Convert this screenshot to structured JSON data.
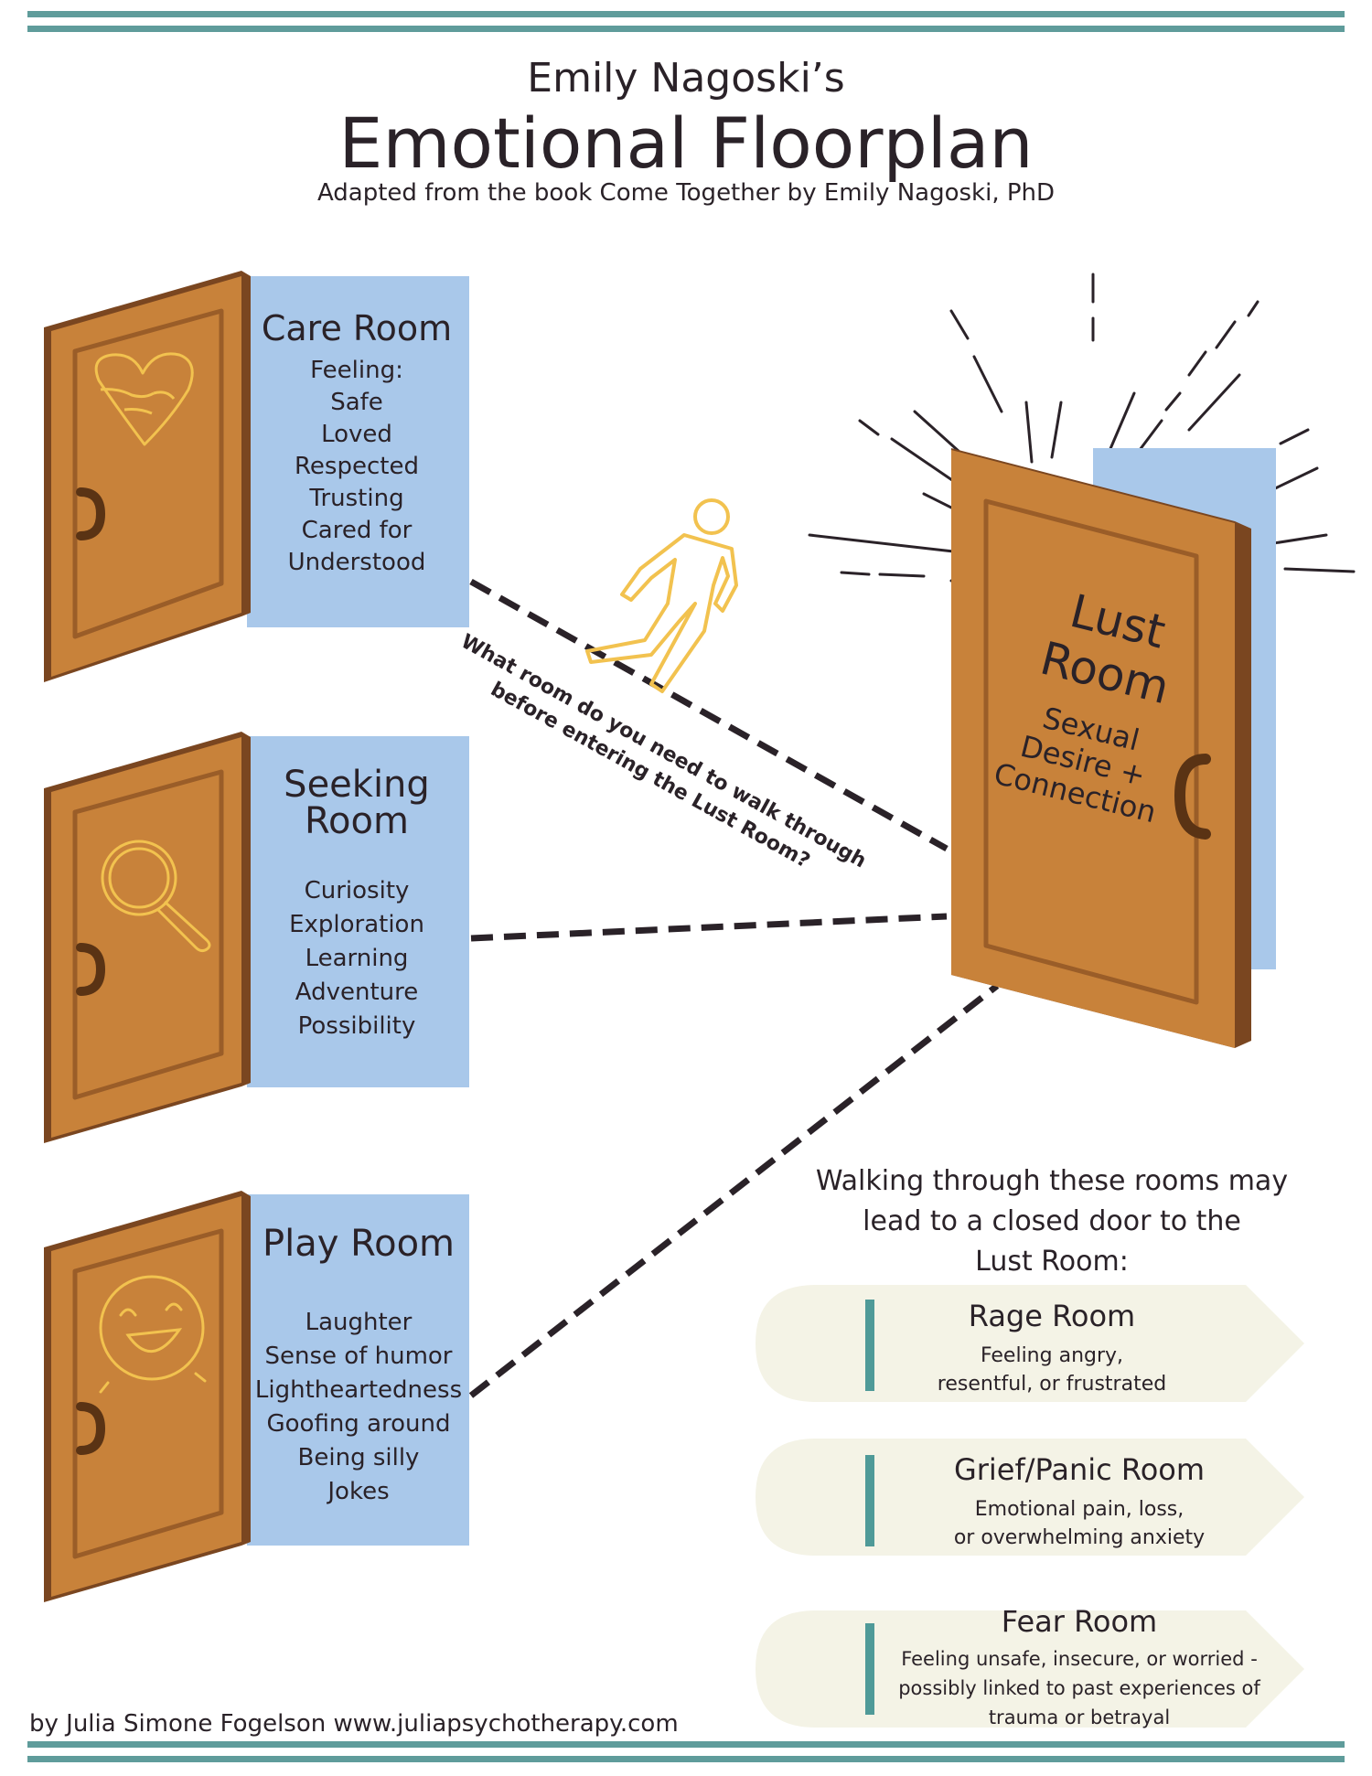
{
  "header": {
    "author_line": "Emily Nagoski’s",
    "title": "Emotional Floorplan",
    "subtitle": "Adapted from the book Come Together by Emily Nagoski, PhD"
  },
  "rooms": [
    {
      "title": "Care Room",
      "items": [
        "Feeling:",
        "Safe",
        "Loved",
        "Respected",
        "Trusting",
        "Cared for",
        "Understood"
      ],
      "icon": "heart-hug-icon"
    },
    {
      "title_lines": [
        "Seeking",
        "Room"
      ],
      "items": [
        "Curiosity",
        "Exploration",
        "Learning",
        "Adventure",
        "Possibility"
      ],
      "icon": "magnifier-icon"
    },
    {
      "title": "Play Room",
      "items": [
        "Laughter",
        "Sense of humor",
        "Lightheartedness",
        "Goofing around",
        "Being silly",
        "Jokes"
      ],
      "icon": "smiley-icon"
    }
  ],
  "lust_room": {
    "title_lines": [
      "Lust",
      "Room"
    ],
    "desc_lines": [
      "Sexual",
      "Desire +",
      "Connection"
    ]
  },
  "path_question": {
    "line1": "What room do you need to walk through",
    "line2": "before entering the Lust Room?"
  },
  "closed_intro": {
    "lines": [
      "Walking through these rooms may",
      "lead to a closed door to the",
      "Lust Room:"
    ]
  },
  "closed_rooms": [
    {
      "title": "Rage Room",
      "desc_lines": [
        "Feeling angry,",
        "resentful, or frustrated"
      ]
    },
    {
      "title": "Grief/Panic Room",
      "desc_lines": [
        "Emotional pain, loss,",
        "or overwhelming anxiety"
      ]
    },
    {
      "title": "Fear Room",
      "desc_lines": [
        "Feeling unsafe, insecure, or worried -",
        "possibly linked to past experiences of",
        "trauma or betrayal"
      ]
    }
  ],
  "footer": {
    "credit": "by Julia Simone Fogelson www.juliapsychotherapy.com"
  },
  "colors": {
    "rule": "#5f9c9b",
    "panel": "#a9c8ea",
    "door": "#c8823a",
    "door_dark": "#7a4620",
    "walker": "#f2c24f",
    "closed_bg": "#f4f3e6",
    "closed_bar": "#4f9a98"
  }
}
